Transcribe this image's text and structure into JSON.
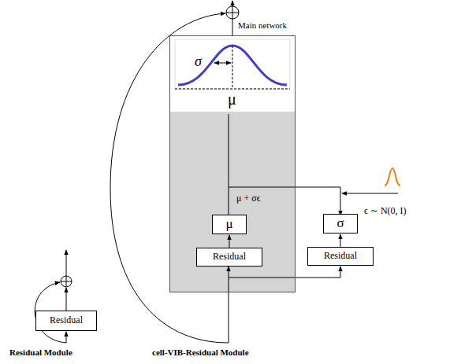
{
  "diagram": {
    "nodes": [
      {
        "text": [
          "σ",
          "μ"
        ]
      },
      {
        "text": [
          "μ"
        ],
        "in": 0
      },
      {
        "text": [
          "Residual"
        ],
        "in": 0
      },
      {
        "text": [
          "σ"
        ]
      },
      {
        "text": [
          "Residual"
        ]
      },
      {
        "text": [
          "Residual"
        ]
      }
    ],
    "edges": [
      {
        "from": 2,
        "to": 1,
        "arrow": "to"
      },
      {
        "from": 4,
        "to": 3,
        "arrow": "to"
      }
    ],
    "labels": [
      "Main network",
      "μ + σϵ",
      "ϵ ∼ N(0, I)",
      "Residual Module",
      "cell-VIB-Residual Module"
    ]
  }
}
